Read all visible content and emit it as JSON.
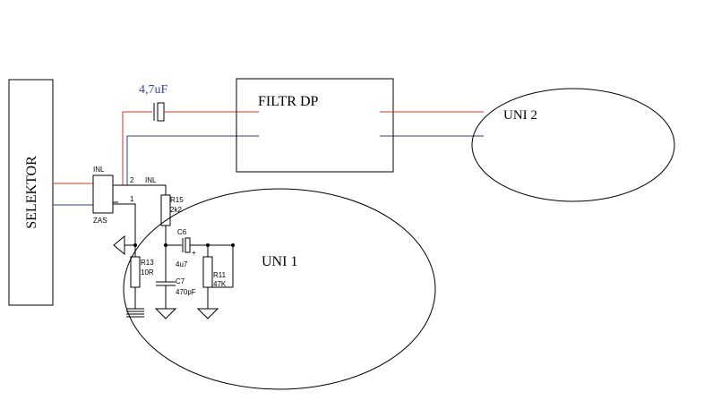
{
  "selector_label": "SELEKTOR",
  "capacitor_top_label": "4,7uF",
  "filter_label": "FILTR DP",
  "uni2_label": "UNI 2",
  "uni1_label": "UNI 1",
  "pins": {
    "inl_top": "INL",
    "zas": "ZAS",
    "pin2": "2",
    "pin2_inl": "INL",
    "pin1": "1"
  },
  "components": {
    "r15_name": "R15",
    "r15_value": "2k2",
    "c6_name": "C6",
    "c6_plus": "+",
    "c6_value": "4u7",
    "r13_name": "R13",
    "r13_value": "10R",
    "c7_name": "C7",
    "c7_value": "470pF",
    "r11_name": "R11",
    "r11_value": "47K"
  },
  "colors": {
    "red_wire": "#c0392b",
    "blue_wire": "#2c3e70",
    "black": "#000000",
    "label_blue": "#3a4a9a"
  }
}
